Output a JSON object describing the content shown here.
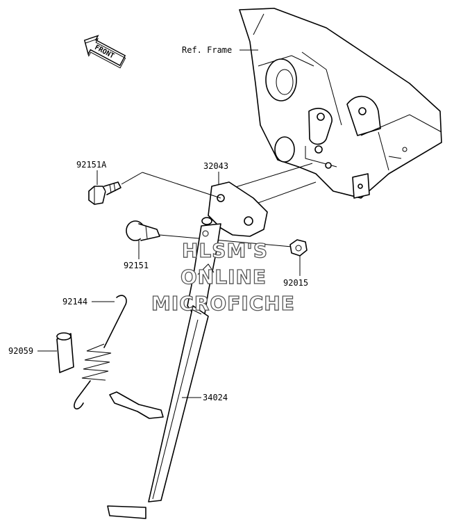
{
  "diagram": {
    "front_label": "FRONT",
    "ref_frame_label": "Ref. Frame",
    "parts": {
      "p92151A": "92151A",
      "p32043": "32043",
      "p92151": "92151",
      "p92015": "92015",
      "p92144": "92144",
      "p92059": "92059",
      "p34024": "34024"
    },
    "watermark": {
      "line1": "HLSM'S",
      "line2": "ONLINE",
      "line3": "MICROFICHE"
    }
  }
}
